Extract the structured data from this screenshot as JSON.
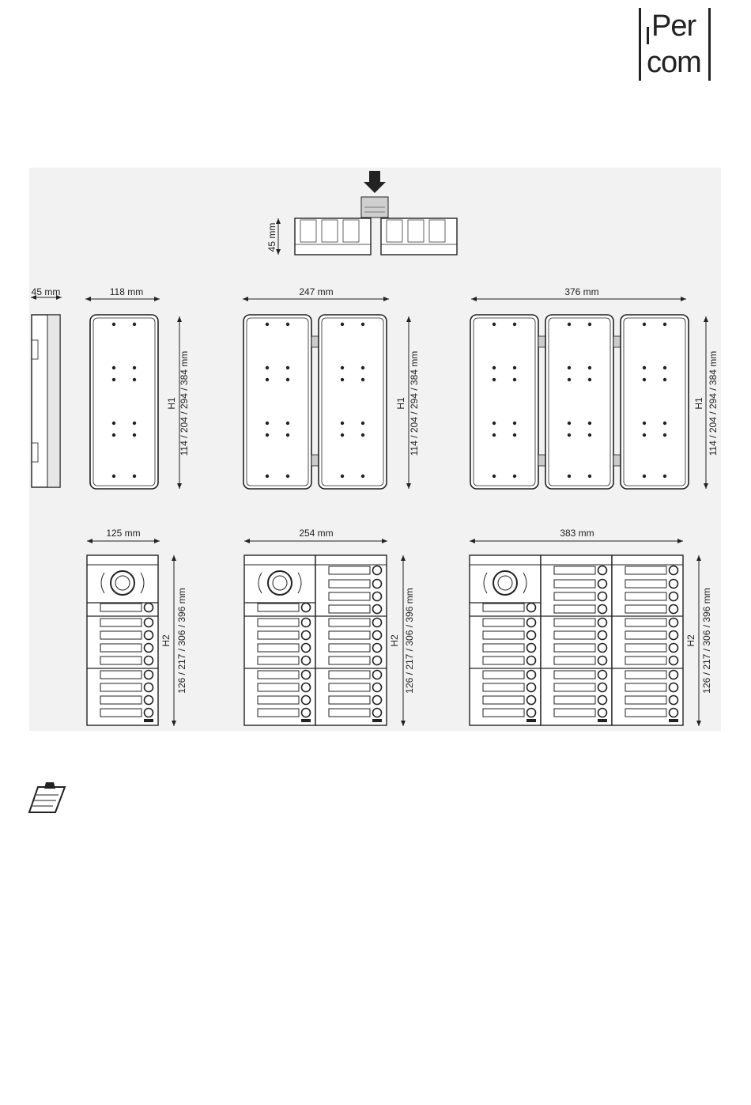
{
  "logo": {
    "line1": "Per",
    "line2": "com"
  },
  "box_depth": {
    "top_view_depth": "45 mm",
    "side_depth": "45 mm"
  },
  "boxes": [
    {
      "width": "118 mm",
      "height": "114 / 204 / 294 / 384 mm",
      "height_label": "H1",
      "modules": 1
    },
    {
      "width": "247 mm",
      "height": "114 / 204 / 294 / 384 mm",
      "height_label": "H1",
      "modules": 2
    },
    {
      "width": "376 mm",
      "height": "114 / 204 / 294 / 384 mm",
      "height_label": "H1",
      "modules": 3
    }
  ],
  "plates": [
    {
      "width": "125 mm",
      "height": "126 / 217 / 306 / 396 mm",
      "height_label": "H2",
      "modules": 1
    },
    {
      "width": "254 mm",
      "height": "126 / 217 / 306 / 396 mm",
      "height_label": "H2",
      "modules": 2
    },
    {
      "width": "383 mm",
      "height": "126 / 217 / 306 / 396 mm",
      "height_label": "H2",
      "modules": 3
    }
  ],
  "icons": {
    "note": "note-clipboard-icon",
    "arrow": "down-arrow-icon"
  }
}
